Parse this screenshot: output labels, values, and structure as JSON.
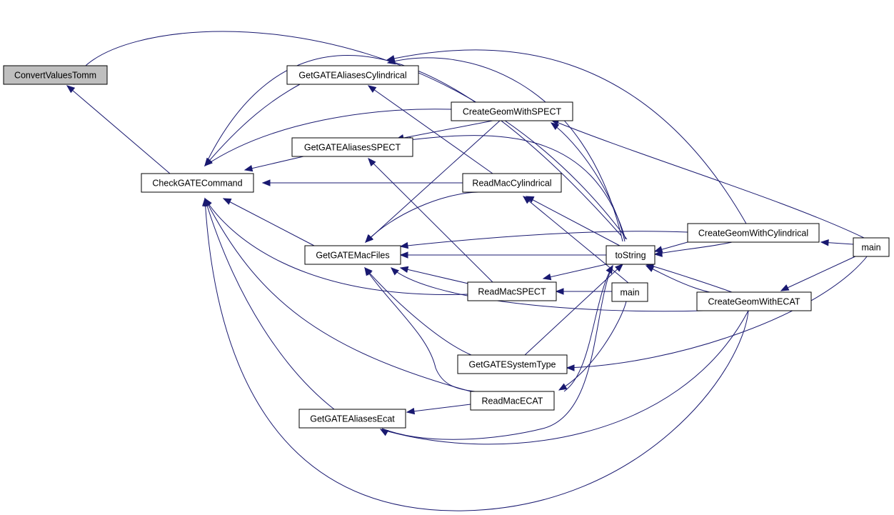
{
  "diagram": {
    "nodes": [
      {
        "id": "convert",
        "label": "ConvertValuesTomm",
        "root": true
      },
      {
        "id": "check",
        "label": "CheckGATECommand"
      },
      {
        "id": "aliasCyl",
        "label": "GetGATEAliasesCylindrical"
      },
      {
        "id": "cgSpect",
        "label": "CreateGeomWithSPECT"
      },
      {
        "id": "aliasSpect",
        "label": "GetGATEAliasesSPECT"
      },
      {
        "id": "rmCyl",
        "label": "ReadMacCylindrical"
      },
      {
        "id": "macFiles",
        "label": "GetGATEMacFiles"
      },
      {
        "id": "toString",
        "label": "toString"
      },
      {
        "id": "cgCyl",
        "label": "CreateGeomWithCylindrical"
      },
      {
        "id": "main1",
        "label": "main"
      },
      {
        "id": "rmSpect",
        "label": "ReadMacSPECT"
      },
      {
        "id": "main2",
        "label": "main"
      },
      {
        "id": "cgEcat",
        "label": "CreateGeomWithECAT"
      },
      {
        "id": "sysType",
        "label": "GetGATESystemType"
      },
      {
        "id": "rmEcat",
        "label": "ReadMacECAT"
      },
      {
        "id": "aliasEcat",
        "label": "GetGATEAliasesEcat"
      }
    ]
  }
}
